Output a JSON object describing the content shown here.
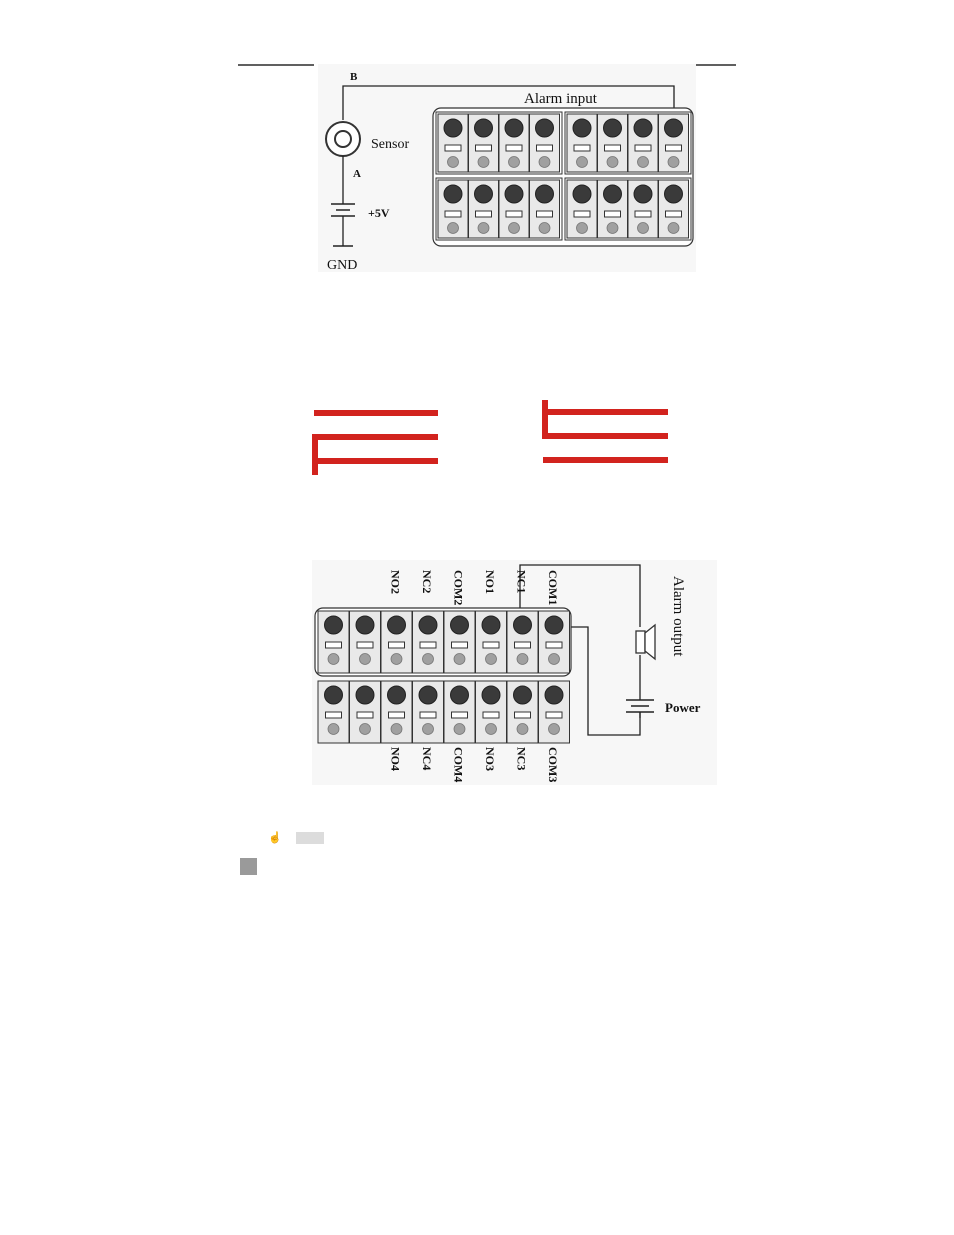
{
  "input_diagram": {
    "point_b": "B",
    "point_a": "A",
    "sensor_label": "Sensor",
    "voltage_label": "+5V",
    "ground_label": "GND",
    "alarm_input_label": "Alarm input"
  },
  "output_diagram": {
    "top_terminals": [
      "NO2",
      "NC2",
      "COM2",
      "NO1",
      "NC1",
      "COM1"
    ],
    "bottom_terminals": [
      "NO4",
      "NC4",
      "COM4",
      "NO3",
      "NC3",
      "COM3"
    ],
    "alarm_output_label": "Alarm output",
    "power_label": "Power"
  },
  "icons": {
    "hand_glyph": "☝"
  },
  "colors": {
    "red_line": "#d2231e",
    "terminal_dark": "#3a3a3a",
    "terminal_light": "#a0a0a0",
    "panel_bg": "#e9e9e9"
  }
}
